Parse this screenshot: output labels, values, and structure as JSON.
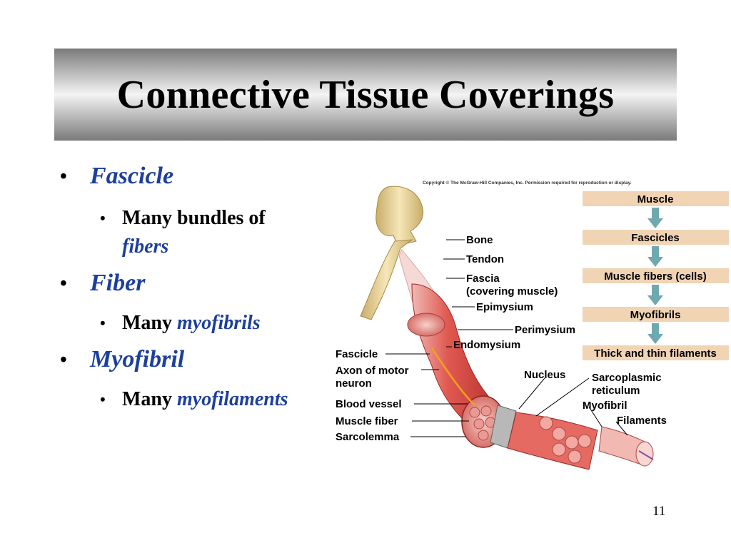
{
  "slide": {
    "title": "Connective Tissue Coverings",
    "page_number": "11"
  },
  "bullets": [
    {
      "term": "Fascicle",
      "sub_prefix": "Many bundles of",
      "sub_em": "fibers"
    },
    {
      "term": "Fiber",
      "sub_prefix": "Many",
      "sub_em": "myofibrils"
    },
    {
      "term": "Myofibril",
      "sub_prefix": "Many",
      "sub_em": "myofilaments"
    }
  ],
  "figure": {
    "copyright": "Copyright © The McGraw-Hill Companies, Inc. Permission required for reproduction or display.",
    "labels": {
      "bone": "Bone",
      "tendon": "Tendon",
      "fascia_1": "Fascia",
      "fascia_2": "(covering muscle)",
      "epimysium": "Epimysium",
      "perimysium": "Perimysium",
      "endomysium": "Endomysium",
      "fascicle": "Fascicle",
      "axon_1": "Axon of motor",
      "axon_2": "neuron",
      "blood_vessel": "Blood vessel",
      "muscle_fiber": "Muscle fiber",
      "sarcolemma": "Sarcolemma",
      "nucleus": "Nucleus",
      "sarcoplasmic_1": "Sarcoplasmic",
      "sarcoplasmic_2": "reticulum",
      "myofibril": "Myofibril",
      "filaments": "Filaments"
    },
    "hierarchy": [
      "Muscle",
      "Fascicles",
      "Muscle fibers (cells)",
      "Myofibrils",
      "Thick and thin filaments"
    ]
  },
  "colors": {
    "title_gradient_dark": "#7a7a7a",
    "title_gradient_light": "#f4f4f4",
    "term_blue": "#1d3f9c",
    "flowbox_fill": "#f1d4b4",
    "flow_arrow": "#6fa9b0",
    "muscle_red": "#c9403c",
    "bone": "#e9d39a"
  }
}
